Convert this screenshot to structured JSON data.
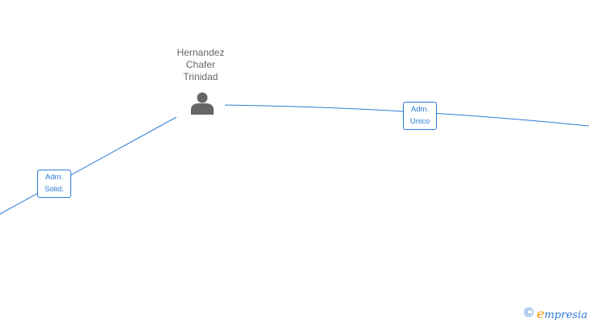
{
  "person": {
    "name_lines": [
      "Hernandez",
      "Chafer",
      "Trinidad"
    ],
    "icon": "person-icon"
  },
  "relations": [
    {
      "id": "role-solid",
      "lines": [
        "Adm.",
        "Solid."
      ]
    },
    {
      "id": "role-unico",
      "lines": [
        "Adm.",
        "Unico"
      ]
    }
  ],
  "brand": {
    "copyright_symbol": "©",
    "initial": "e",
    "rest": "mpresia"
  },
  "colors": {
    "edge": "#2b7bd6",
    "person_icon": "#666666",
    "name_text": "#666666",
    "brand_initial": "#f29400"
  }
}
